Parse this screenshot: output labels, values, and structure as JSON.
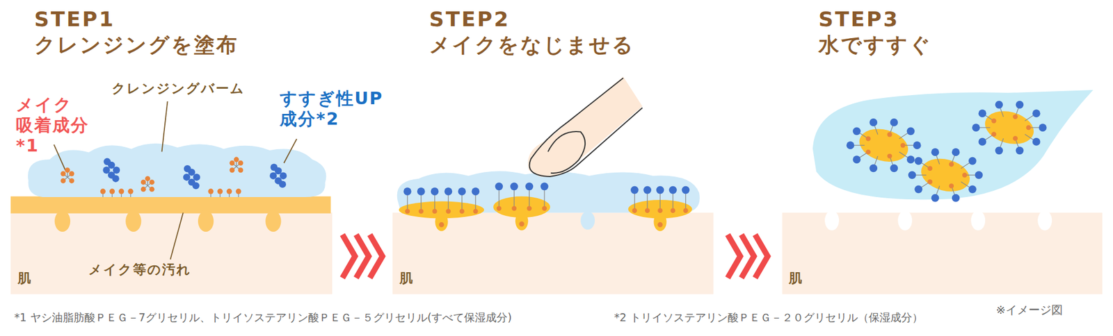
{
  "diagram": {
    "nodes": [
      {
        "text": [
          "STEP1",
          "クレンジングを塗布"
        ]
      },
      {
        "text": [
          "肌"
        ],
        "in": 0
      },
      {
        "text": [
          "STEP2",
          "メイクをなじませる"
        ]
      },
      {
        "text": [
          "肌"
        ],
        "in": 2
      },
      {
        "text": [
          "STEP3",
          "水ですすぐ"
        ]
      },
      {
        "text": [
          "肌"
        ],
        "in": 4
      }
    ],
    "edges": [
      {
        "from": 0,
        "to": 2,
        "arrow": "to"
      },
      {
        "from": 2,
        "to": 4,
        "arrow": "to"
      }
    ],
    "labels": [
      "メイク 吸着成分*1",
      "クレンジングバーム",
      "すすぎ性UP 成分*2",
      "メイク等の汚れ",
      "*1 ヤシ油脂肪酸ＰＥＧ－7グリセリル、トリイソステアリン酸ＰＥＧ－５グリセリル(すべて保湿成分)",
      "*2 トリイソステアリン酸ＰＥＧ－２０グリセリル（保湿成分）",
      "※イメージ図"
    ]
  }
}
